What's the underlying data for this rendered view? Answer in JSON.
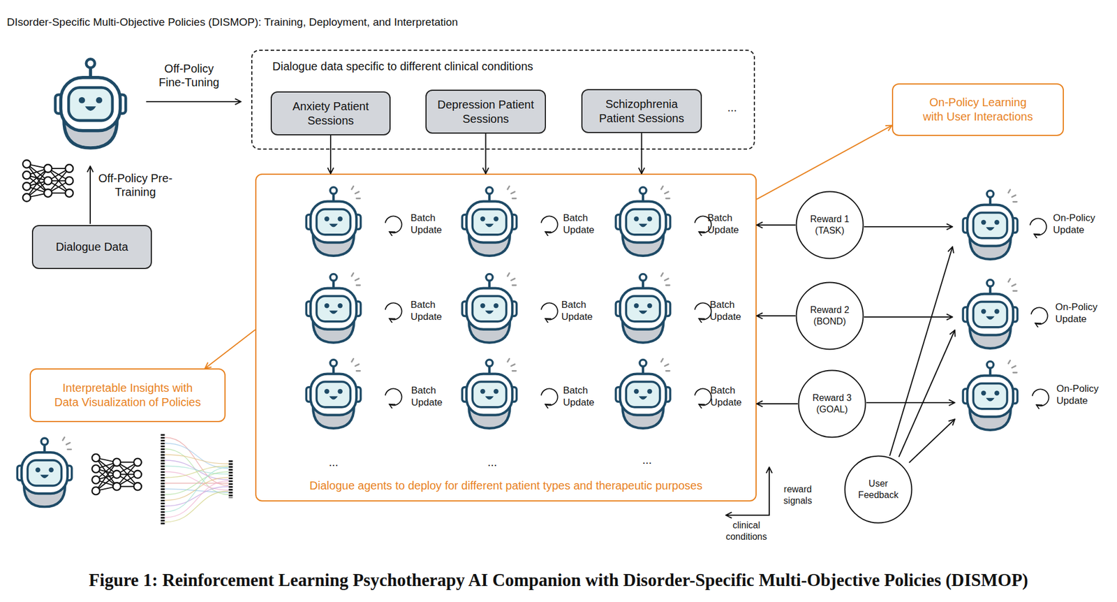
{
  "diagram": {
    "title": "DIsorder-Specific Multi-Objective Policies (DISMOP): Training, Deployment, and Interpretation",
    "caption": "Figure 1: Reinforcement Learning Psychotherapy AI Companion with Disorder-Specific Multi-Objective Policies (DISMOP)",
    "nodes": [
      {
        "text": [
          "Dialogue data specific to different clinical conditions"
        ]
      },
      {
        "text": [
          "Anxiety Patient Sessions"
        ],
        "in": 0
      },
      {
        "text": [
          "Depression Patient Sessions"
        ],
        "in": 0
      },
      {
        "text": [
          "Schizophrenia Patient Sessions"
        ],
        "in": 0
      },
      {
        "text": [
          "On-Policy Learning with User Interactions"
        ]
      },
      {
        "text": [
          "Dialogue Data"
        ]
      },
      {
        "text": [
          "Dialogue agents to deploy for different patient types and therapeutic purposes"
        ]
      },
      {
        "text": [
          "Reward 1 (TASK)"
        ]
      },
      {
        "text": [
          "Reward 2 (BOND)"
        ]
      },
      {
        "text": [
          "Reward 3 (GOAL)"
        ]
      },
      {
        "text": [
          "Interpretable Insights with Data Visualization of Policies"
        ]
      },
      {
        "text": [
          "User Feedback"
        ]
      }
    ],
    "edges": [
      {
        "from": 1,
        "to": 6,
        "arrow": "to"
      },
      {
        "from": 2,
        "to": 6,
        "arrow": "to"
      },
      {
        "from": 3,
        "to": 6,
        "arrow": "to"
      },
      {
        "from": 7,
        "to": 6,
        "arrow": "to"
      },
      {
        "from": 8,
        "to": 6,
        "arrow": "to"
      },
      {
        "from": 9,
        "to": 6,
        "arrow": "to"
      },
      {
        "from": 6,
        "to": 4,
        "arrow": "to"
      },
      {
        "from": 6,
        "to": 10,
        "arrow": "to"
      }
    ],
    "labels": [
      "Off-Policy Fine-Tuning",
      "...",
      "Off-Policy Pre-Training",
      "Batch Update",
      "Batch Update",
      "Batch Update",
      "On-Policy Update",
      "Batch Update",
      "Batch Update",
      "Batch Update",
      "On-Policy Update",
      "Batch Update",
      "Batch Update",
      "Batch Update",
      "On-Policy Update",
      "...",
      "...",
      "...",
      "reward signals",
      "clinical conditions"
    ]
  }
}
